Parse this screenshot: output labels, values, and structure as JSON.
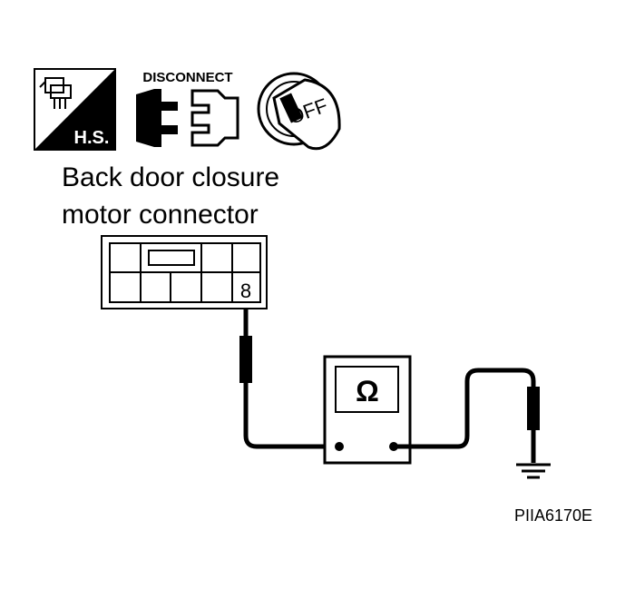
{
  "icons": {
    "harness_side": {
      "name": "harness-side-icon",
      "text": "H.S."
    },
    "disconnect": {
      "name": "disconnect-icon",
      "text": "DISCONNECT"
    },
    "ignition_key": {
      "name": "ignition-key-off-icon",
      "text": "OFF"
    }
  },
  "connector": {
    "label_line1": "Back door closure",
    "label_line2": "motor connector",
    "terminal_number": "8"
  },
  "meter": {
    "symbol": "Ω",
    "icon": "ohmmeter-icon"
  },
  "ground": {
    "icon": "ground-symbol-icon"
  },
  "figure_id": "PIIA6170E"
}
